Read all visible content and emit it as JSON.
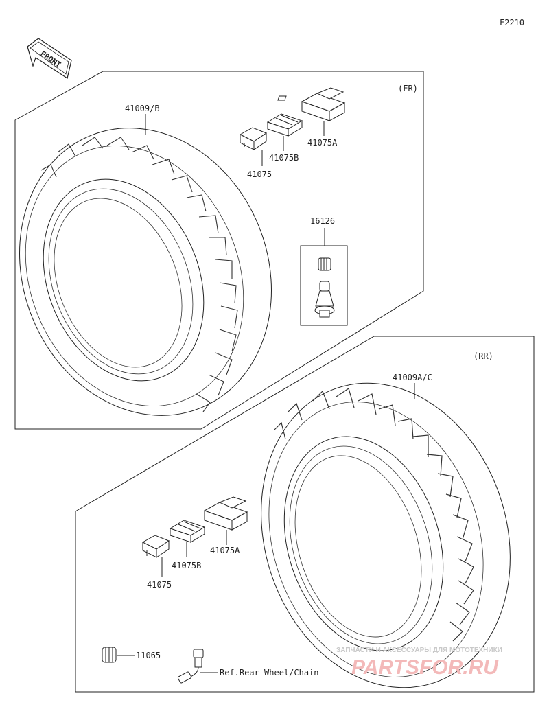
{
  "figure_code": "F2210",
  "front_label": "FRONT",
  "front_section": {
    "tag": "(FR)",
    "tire_part": "41009/B",
    "valve_part": "16126",
    "weights": {
      "a": "41075A",
      "b": "41075B",
      "c": "41075"
    }
  },
  "rear_section": {
    "tag": "(RR)",
    "tire_part": "41009A/C",
    "cap_part": "11065",
    "ref_note": "Ref.Rear Wheel/Chain",
    "weights": {
      "a": "41075A",
      "b": "41075B",
      "c": "41075"
    }
  },
  "watermark": {
    "line1": "ЗАПЧАСТИ И АКСЕССУАРЫ ДЛЯ МОТОТЕХНИКИ",
    "line2": "PARTSFOR.RU"
  }
}
